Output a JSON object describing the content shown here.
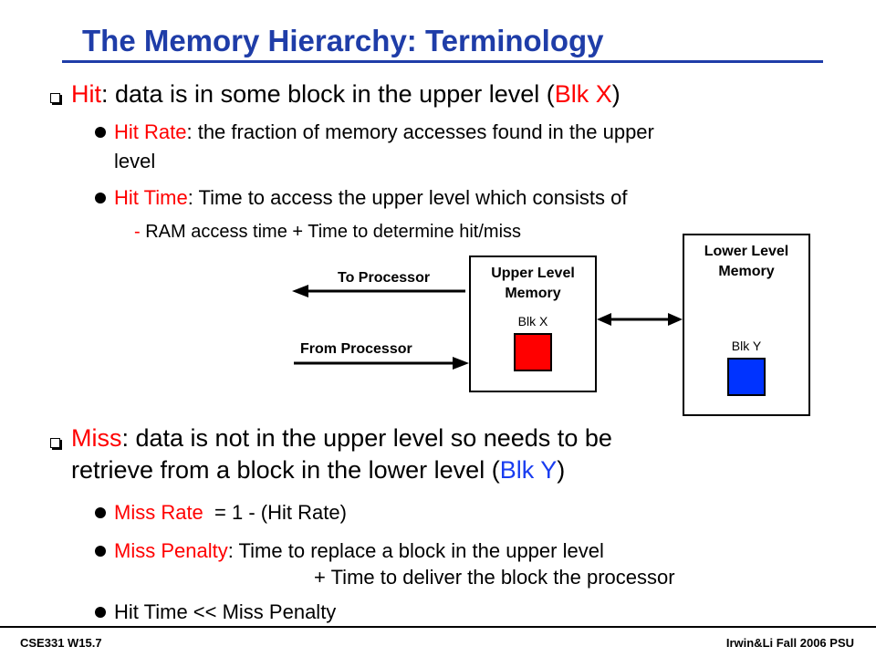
{
  "title": "The Memory Hierarchy:  Terminology",
  "hit": {
    "term": "Hit",
    "text": ": data is in some block in the upper level (",
    "blk": "Blk X",
    "close": ")"
  },
  "hit_rate": {
    "term": "Hit Rate",
    "text": ": the fraction of memory accesses found in the upper",
    "text2": "level"
  },
  "hit_time": {
    "term": "Hit Time",
    "text": ": Time to access the upper level which consists of"
  },
  "ram_line": {
    "dash": "-",
    "text": "RAM access time + Time to determine hit/miss"
  },
  "diagram": {
    "to_processor": "To Processor",
    "from_processor": "From Processor",
    "upper_label_1": "Upper Level",
    "upper_label_2": "Memory",
    "upper_blk": "Blk X",
    "lower_label_1": "Lower Level",
    "lower_label_2": "Memory",
    "lower_blk": "Blk Y"
  },
  "miss": {
    "term": "Miss",
    "text": ": data is not in the upper level so needs to be",
    "text2_a": "retrieve from a block in the lower level (",
    "blk": "Blk Y",
    "close": ")"
  },
  "miss_rate": {
    "term": "Miss Rate",
    "text": "= 1 - (Hit Rate)"
  },
  "miss_penalty": {
    "term": "Miss Penalty",
    "text": ": Time to replace a block in the upper level",
    "text2": "+ Time to deliver the block the processor"
  },
  "hit_vs_miss": {
    "text": "Hit Time << Miss Penalty"
  },
  "footer": {
    "left": "CSE331  W15.7",
    "right": "Irwin&Li Fall 2006 PSU"
  },
  "colors": {
    "title": "#1f3da8",
    "term": "#ff0000",
    "blk_x": "#ff0000",
    "blk_y": "#0033ff"
  }
}
